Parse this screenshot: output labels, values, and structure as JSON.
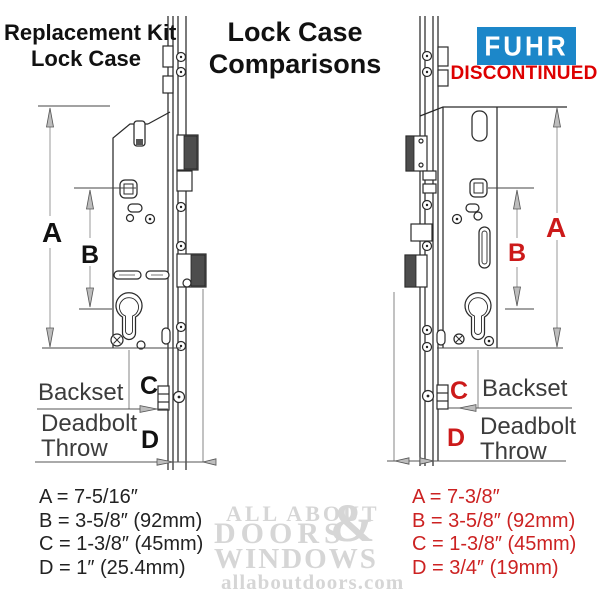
{
  "header": {
    "left_title": [
      "Replacement Kit",
      "Lock Case"
    ],
    "center_title": [
      "Lock Case",
      "Comparisons"
    ],
    "brand_logo": "FUHR",
    "brand_status": "DISCONTINUED"
  },
  "colors": {
    "brand_blue": "#1c87c9",
    "status_red": "#dd0000",
    "accent_red": "#cc2222",
    "watermark_gray": "#d6d6d6"
  },
  "left_diagram": {
    "dim_labels": {
      "a": "A",
      "b": "B",
      "c": "C",
      "d": "D"
    },
    "backset_label": "Backset",
    "deadbolt_label": [
      "Deadbolt",
      "Throw"
    ],
    "measurements": [
      "A = 7-5/16″",
      "B = 3-5/8″ (92mm)",
      "C = 1-3/8″ (45mm)",
      "D = 1″ (25.4mm)"
    ]
  },
  "right_diagram": {
    "dim_labels": {
      "a": "A",
      "b": "B",
      "c": "C",
      "d": "D"
    },
    "backset_label": "Backset",
    "deadbolt_label": [
      "Deadbolt",
      "Throw"
    ],
    "measurements": [
      "A = 7-3/8″",
      "B = 3-5/8″ (92mm)",
      "C = 1-3/8″ (45mm)",
      "D = 3/4″ (19mm)"
    ]
  },
  "watermark": {
    "line1": "ALL ABOUT",
    "line2": "DOORS",
    "ampersand": "&",
    "line3": "WINDOWS",
    "line4": "allaboutdoors.com"
  }
}
